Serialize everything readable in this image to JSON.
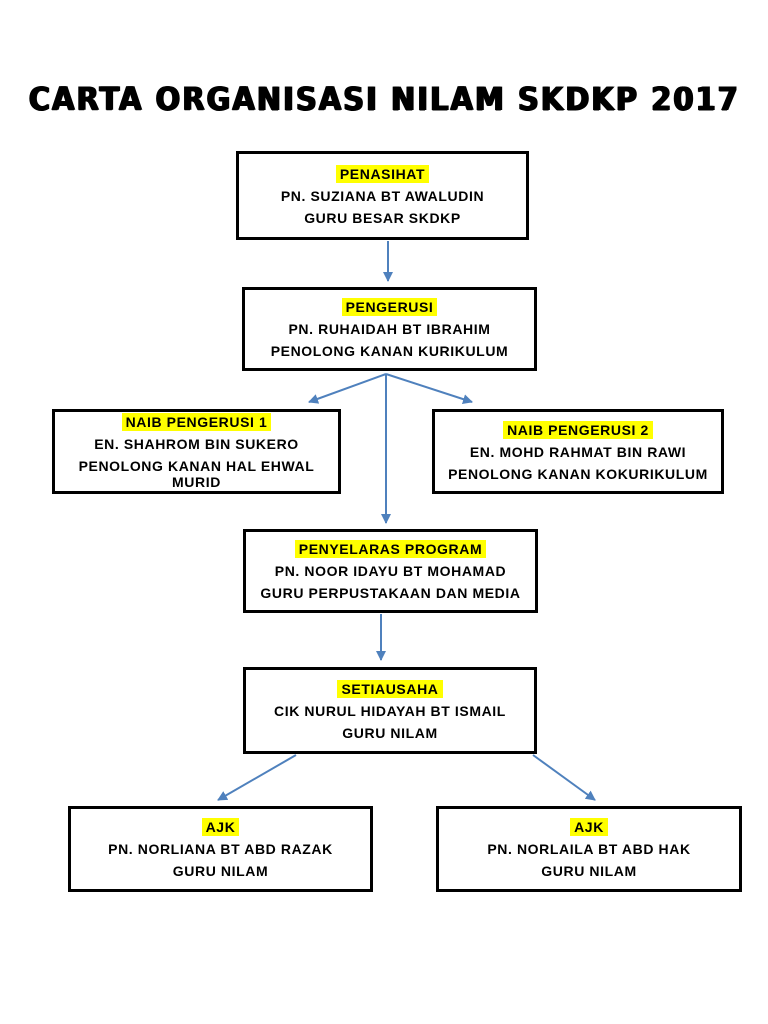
{
  "page": {
    "title": "CARTA ORGANISASI NILAM SKDKP 2017",
    "background": "#ffffff"
  },
  "colors": {
    "arrow": "#4f81bd",
    "highlight": "#ffff00",
    "box_border": "#000000",
    "text": "#000000"
  },
  "chart": {
    "type": "org-chart",
    "nodes": [
      {
        "id": "penasihat",
        "role": "PENASIHAT",
        "name": "PN. SUZIANA BT AWALUDIN",
        "title": "GURU BESAR SKDKP"
      },
      {
        "id": "pengerusi",
        "role": "PENGERUSI",
        "name": "PN. RUHAIDAH BT IBRAHIM",
        "title": "PENOLONG KANAN KURIKULUM"
      },
      {
        "id": "naib-pengerusi-1",
        "role": "NAIB PENGERUSI 1",
        "name": "EN. SHAHROM BIN SUKERO",
        "title": "PENOLONG KANAN HAL EHWAL MURID"
      },
      {
        "id": "naib-pengerusi-2",
        "role": "NAIB PENGERUSI 2",
        "name": "EN. MOHD RAHMAT BIN RAWI",
        "title": "PENOLONG KANAN KOKURIKULUM"
      },
      {
        "id": "penyelaras-program",
        "role": "PENYELARAS PROGRAM",
        "name": "PN. NOOR IDAYU BT MOHAMAD",
        "title": "GURU PERPUSTAKAAN DAN MEDIA"
      },
      {
        "id": "setiausaha",
        "role": "SETIAUSAHA",
        "name": "CIK NURUL HIDAYAH BT ISMAIL",
        "title": "GURU NILAM"
      },
      {
        "id": "ajk-1",
        "role": "AJK",
        "name": "PN. NORLIANA BT ABD RAZAK",
        "title": "GURU NILAM"
      },
      {
        "id": "ajk-2",
        "role": "AJK",
        "name": "PN. NORLAILA BT ABD HAK",
        "title": "GURU NILAM"
      }
    ],
    "edges": [
      {
        "from": "penasihat",
        "to": "pengerusi"
      },
      {
        "from": "pengerusi",
        "to": "naib-pengerusi-1"
      },
      {
        "from": "pengerusi",
        "to": "naib-pengerusi-2"
      },
      {
        "from": "pengerusi",
        "to": "penyelaras-program"
      },
      {
        "from": "penyelaras-program",
        "to": "setiausaha"
      },
      {
        "from": "setiausaha",
        "to": "ajk-1"
      },
      {
        "from": "setiausaha",
        "to": "ajk-2"
      }
    ]
  }
}
